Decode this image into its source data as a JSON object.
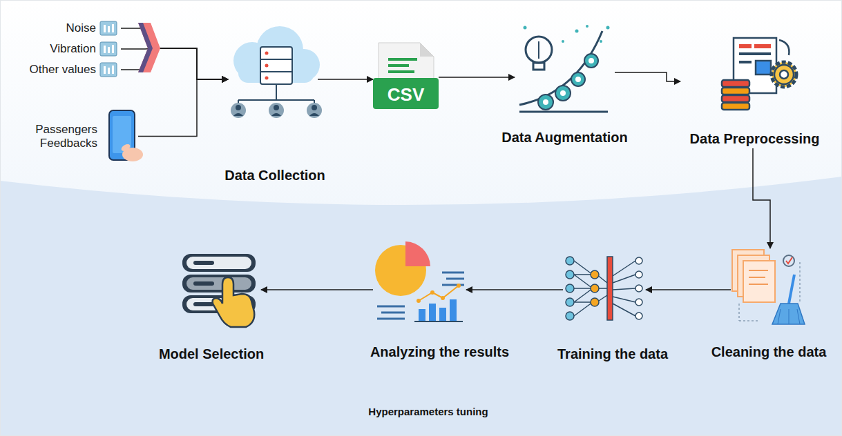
{
  "diagram": {
    "nodes": [
      {
        "text": [
          "Noise"
        ]
      },
      {
        "text": [
          "Vibration"
        ]
      },
      {
        "text": [
          "Other values"
        ]
      },
      {
        "text": [
          "Passengers Feedbacks"
        ]
      },
      {
        "text": [
          "Data Collection"
        ]
      },
      {
        "text": [
          "CSV"
        ]
      },
      {
        "text": [
          "Data Augmentation"
        ]
      },
      {
        "text": [
          "Data Preprocessing"
        ]
      },
      {
        "text": [
          "Cleaning the data"
        ]
      },
      {
        "text": [
          "Training the data"
        ]
      },
      {
        "text": [
          "Analyzing the results"
        ]
      },
      {
        "text": [
          "Model Selection"
        ]
      }
    ],
    "edges": [
      {
        "from": 0,
        "to": 4,
        "arrow": "to"
      },
      {
        "from": 1,
        "to": 4,
        "arrow": "to"
      },
      {
        "from": 2,
        "to": 4,
        "arrow": "to"
      },
      {
        "from": 3,
        "to": 4,
        "arrow": "to"
      },
      {
        "from": 4,
        "to": 5,
        "arrow": "to"
      },
      {
        "from": 5,
        "to": 6,
        "arrow": "to"
      },
      {
        "from": 6,
        "to": 7,
        "arrow": "to"
      },
      {
        "from": 7,
        "to": 8,
        "arrow": "to"
      },
      {
        "from": 8,
        "to": 9,
        "arrow": "to"
      },
      {
        "from": 9,
        "to": 10,
        "arrow": "to"
      },
      {
        "from": 10,
        "to": 11,
        "arrow": "to"
      }
    ],
    "labels": [
      "Hyperparameters tuning"
    ]
  }
}
